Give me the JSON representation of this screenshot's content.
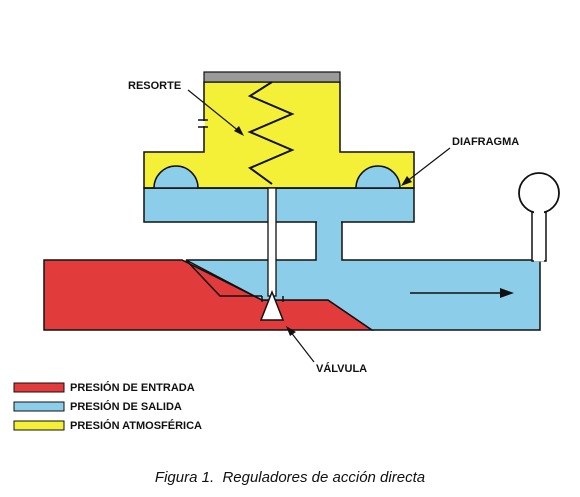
{
  "labels": {
    "spring": "RESORTE",
    "diaphragm": "DIAFRAGMA",
    "valve": "VÁLVULA"
  },
  "legend": [
    {
      "label": "PRESIÓN DE ENTRADA",
      "color": "#e23b3b"
    },
    {
      "label": "PRESIÓN DE SALIDA",
      "color": "#8ccdea"
    },
    {
      "label": "PRESIÓN ATMOSFÉRICA",
      "color": "#f4f037"
    }
  ],
  "caption": "Figura 1.  Reguladores de acción directa",
  "colors": {
    "inlet": "#e23b3b",
    "outlet": "#8ccdea",
    "atmospheric": "#f4f037",
    "cap": "#9a9a9a",
    "outline": "#111111"
  },
  "icons": {
    "gauge": "pressure-gauge-icon",
    "flow_arrow": "flow-arrow-icon",
    "vent": "vent-icon"
  }
}
